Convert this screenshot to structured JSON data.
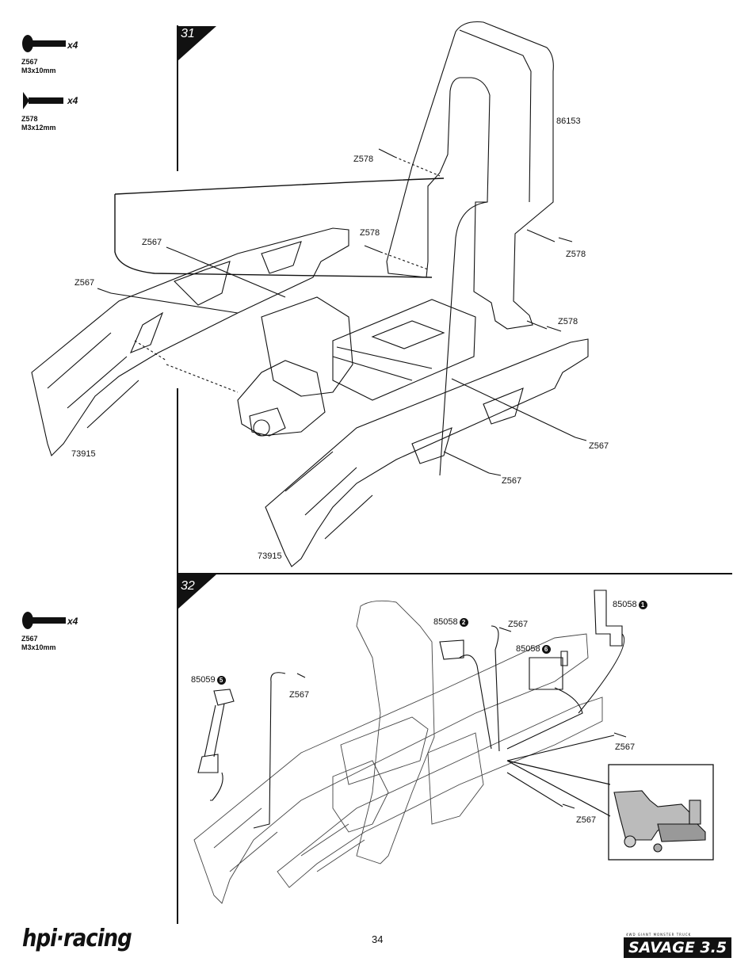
{
  "steps": [
    {
      "number": "31",
      "parts": [
        {
          "code": "Z567",
          "size": "M3x10mm",
          "qty": "x4"
        },
        {
          "code": "Z578",
          "size": "M3x12mm",
          "qty": "x4"
        }
      ],
      "callouts": {
        "roll_bar": "86153",
        "screw_z578_a": "Z578",
        "screw_z578_b": "Z578",
        "screw_z578_c": "Z578",
        "screw_z578_d": "Z578",
        "screw_z567_a": "Z567",
        "screw_z567_b": "Z567",
        "screw_z567_c": "Z567",
        "screw_z567_d": "Z567",
        "chassis_left": "73915",
        "chassis_right": "73915"
      }
    },
    {
      "number": "32",
      "parts": [
        {
          "code": "Z567",
          "size": "M3x10mm",
          "qty": "x4"
        }
      ],
      "callouts": {
        "mount_2_code": "85058",
        "mount_2_num": "2",
        "mount_1_code": "85058",
        "mount_1_num": "1",
        "mount_6_code": "85058",
        "mount_6_num": "6",
        "link_5_code": "85059",
        "link_5_num": "5",
        "screw_a": "Z567",
        "screw_b": "Z567",
        "screw_c": "Z567",
        "screw_d": "Z567"
      }
    }
  ],
  "footer": {
    "page_number": "34",
    "brand_left": "hpi·racing",
    "brand_right_sub": "4WD GIANT MONSTER TRUCK",
    "brand_right": "SAVAGE 3.5"
  }
}
